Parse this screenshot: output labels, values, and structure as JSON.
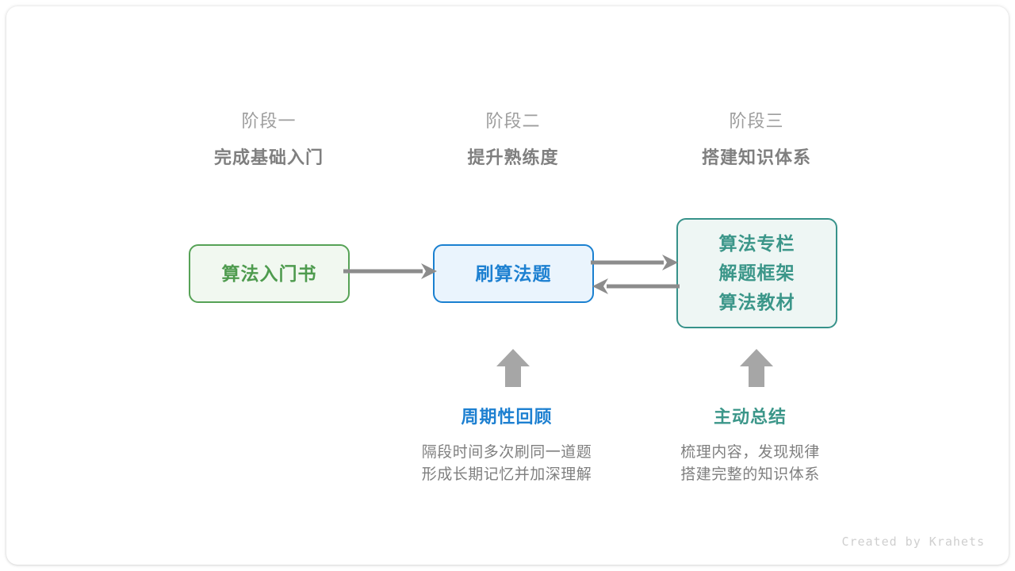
{
  "canvas": {
    "background": "#ffffff",
    "credit": "Created by Krahets"
  },
  "colors": {
    "green": "#4e9b4e",
    "green_border": "#56a256",
    "green_fill": "#f1f8f0",
    "blue": "#1d80d1",
    "blue_border": "#1a80d0",
    "blue_fill": "#eaf4fd",
    "teal": "#3b9689",
    "teal_border": "#37928a",
    "teal_fill": "#eef6f4",
    "arrow_gray": "#8c8c8c",
    "text_gray": "#7f7f7f",
    "text_gray_light": "#9d9d9d"
  },
  "stages": [
    {
      "label": "阶段一",
      "title": "完成基础入门"
    },
    {
      "label": "阶段二",
      "title": "提升熟练度"
    },
    {
      "label": "阶段三",
      "title": "搭建知识体系"
    }
  ],
  "nodes": {
    "book": {
      "lines": [
        "算法入门书"
      ]
    },
    "practice": {
      "lines": [
        "刷算法题"
      ]
    },
    "knowledge": {
      "lines": [
        "算法专栏",
        "解题框架",
        "算法教材"
      ]
    }
  },
  "connectors": [
    {
      "name": "book-to-practice",
      "direction": "right"
    },
    {
      "name": "practice-to-knowledge",
      "direction": "right"
    },
    {
      "name": "knowledge-to-practice",
      "direction": "left"
    },
    {
      "name": "review-up",
      "direction": "up"
    },
    {
      "name": "summary-up",
      "direction": "up"
    }
  ],
  "notes": [
    {
      "title": "周期性回顾",
      "desc_lines": [
        "隔段时间多次刷同一道题",
        "形成长期记忆并加深理解"
      ]
    },
    {
      "title": "主动总结",
      "desc_lines": [
        "梳理内容，发现规律",
        "搭建完整的知识体系"
      ]
    }
  ]
}
